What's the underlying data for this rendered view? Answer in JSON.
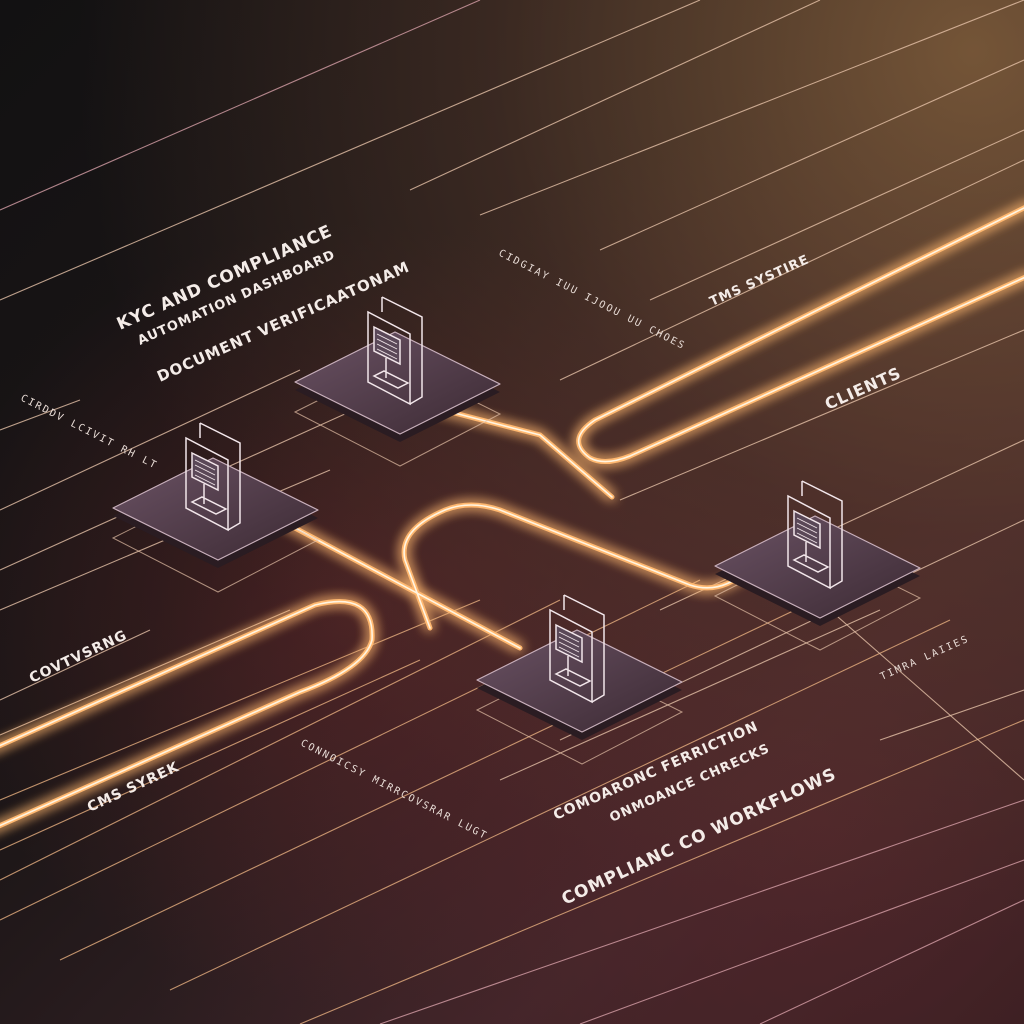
{
  "title": {
    "line1": "KYC AND COMPLIANCE",
    "line2": "AUTOMATION DASHBOARD"
  },
  "labels": {
    "document_verification": "DOCUMENT VERIFICAATONAM",
    "tms_system": "TMS SYSTIRE",
    "clients": "CLIENTS",
    "screening": "COVTVSRNG",
    "cms_system": "CMS SYREK",
    "monitoring_1": "COMOARONC FERRICTION",
    "monitoring_2": "ONMOANCE CHRECKS",
    "workflows": "COMPLIANC CO WORKFLOWS"
  },
  "small_labels": {
    "top_center": "CIDGIAY IUU IJOOU UU CHOES",
    "left": "CIRDDV LCIVIT RH LT",
    "right": "TIMRA LAIIES",
    "bottom": "CONNOICSY MIRRCOVSRAR LUGT"
  },
  "colors": {
    "glow": "#ffc58a",
    "glow_core": "#fff4e0",
    "line": "#e6c2a8",
    "platform": "#5a4250",
    "text": "#f4ece8"
  },
  "nodes": [
    {
      "icon": "document-terminal-icon"
    },
    {
      "icon": "document-terminal-icon"
    },
    {
      "icon": "document-terminal-icon"
    },
    {
      "icon": "document-terminal-icon"
    }
  ]
}
